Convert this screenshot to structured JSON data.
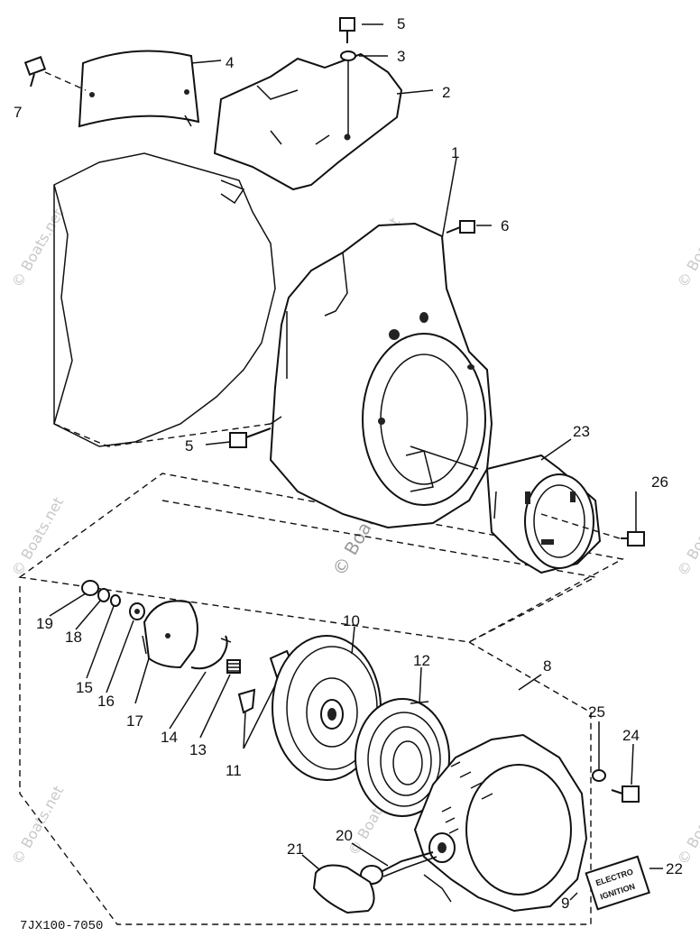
{
  "callouts": {
    "c1": "1",
    "c2": "2",
    "c3": "3",
    "c4": "4",
    "c5a": "5",
    "c5b": "5",
    "c6": "6",
    "c7": "7",
    "c8": "8",
    "c9": "9",
    "c10": "10",
    "c11": "11",
    "c12": "12",
    "c13": "13",
    "c14": "14",
    "c15": "15",
    "c16": "16",
    "c17": "17",
    "c18": "18",
    "c19": "19",
    "c20": "20",
    "c21": "21",
    "c22": "22",
    "c23": "23",
    "c24": "24",
    "c25": "25",
    "c26": "26"
  },
  "diagram_code": "7JX100-7050",
  "label_plate": {
    "line1": "ELECTRO",
    "line2": "IGNITION"
  },
  "watermark": "© Boats.net"
}
